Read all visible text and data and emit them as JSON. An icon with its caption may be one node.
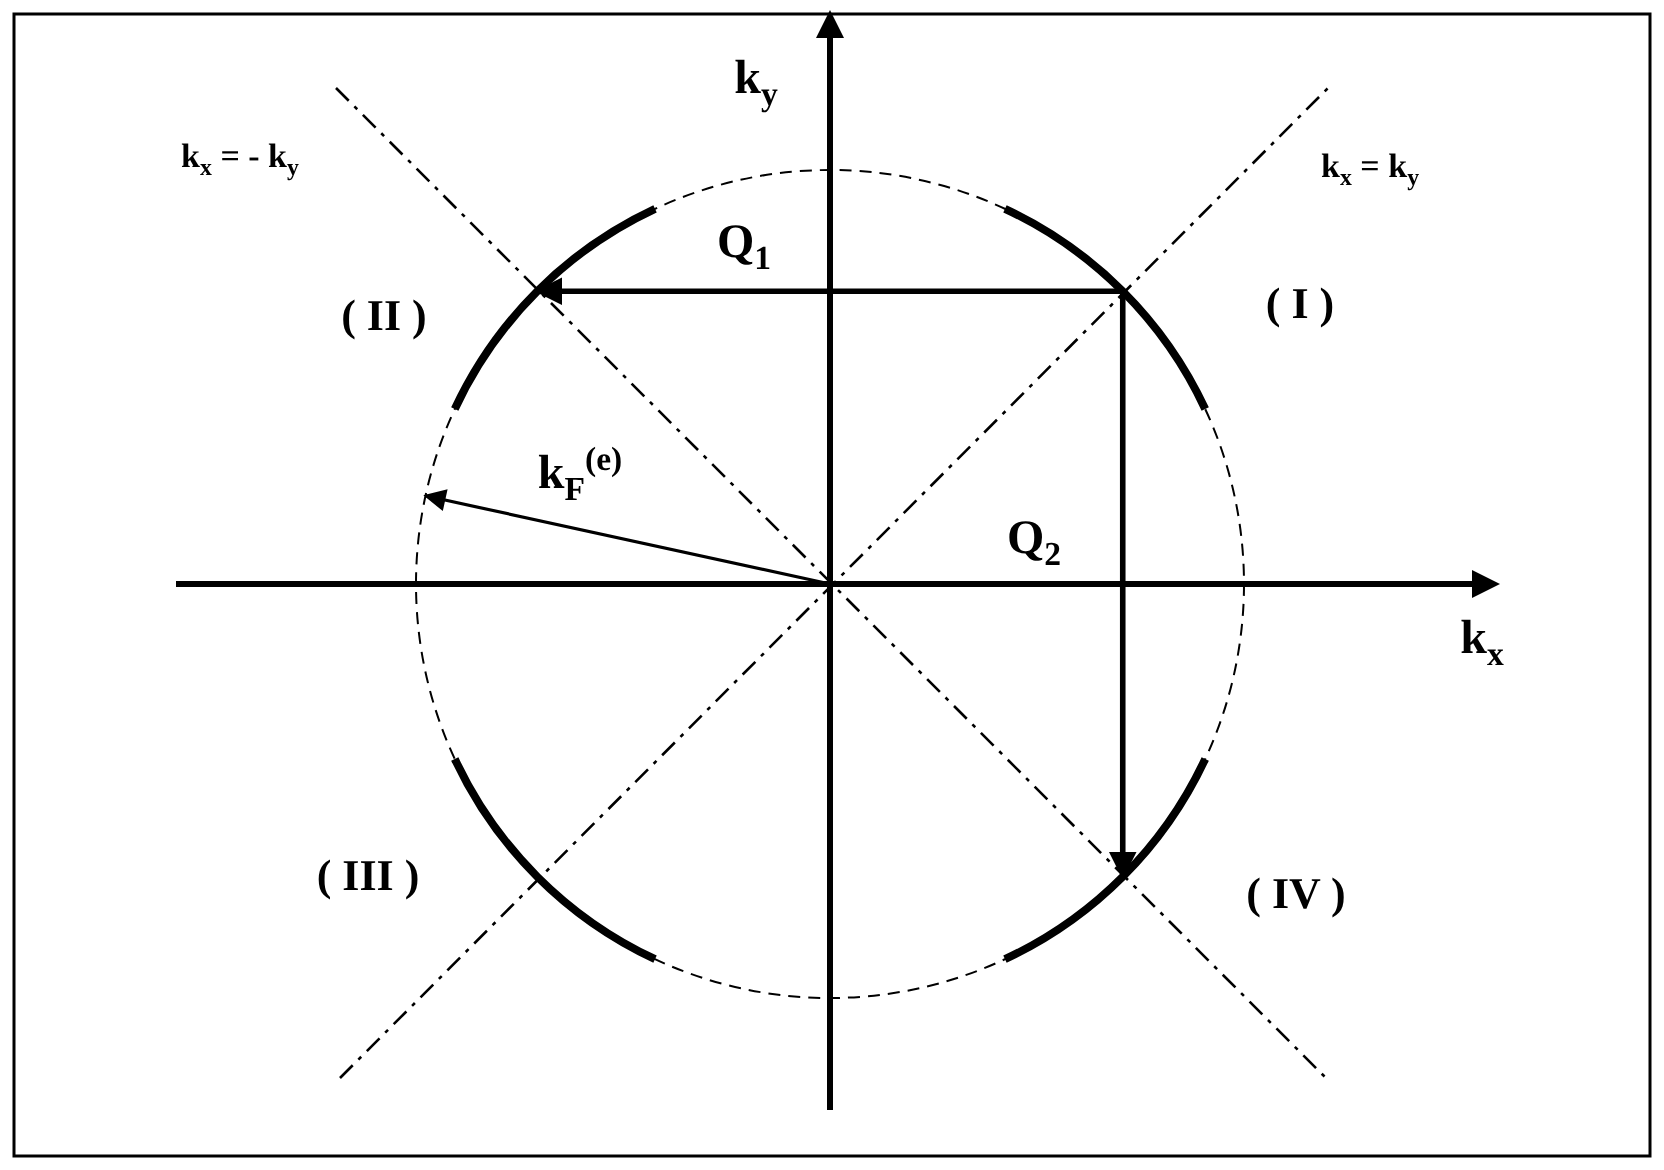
{
  "diagram": {
    "nodes": [
      {
        "text": [],
        "shape": "circle"
      },
      {
        "text": [],
        "shape": "arc",
        "in": 0,
        "beside": [
          "( II )"
        ]
      },
      {
        "text": [],
        "shape": "arc",
        "in": 0,
        "beside": [
          "( I )"
        ]
      },
      {
        "text": [],
        "shape": "arc",
        "in": 0,
        "beside": [
          "( III )"
        ]
      },
      {
        "text": [],
        "shape": "arc",
        "in": 0,
        "beside": [
          "( IV )"
        ]
      }
    ],
    "edges": [
      {
        "from": 2,
        "to": 1,
        "arrow": "to",
        "label": "Q$_{1}$"
      },
      {
        "from": 2,
        "to": 4,
        "arrow": "to",
        "label": "Q$_{2}$"
      },
      {
        "from": null,
        "to": 0,
        "arrow": "to",
        "label": "k$_{F}$$^{(e)}$"
      }
    ],
    "labels": [
      "k$_{y}$",
      "k$_{x}$ = - k$_{y}$",
      "k$_{x}$ = k$_{y}$",
      "k$_{x}$"
    ]
  }
}
